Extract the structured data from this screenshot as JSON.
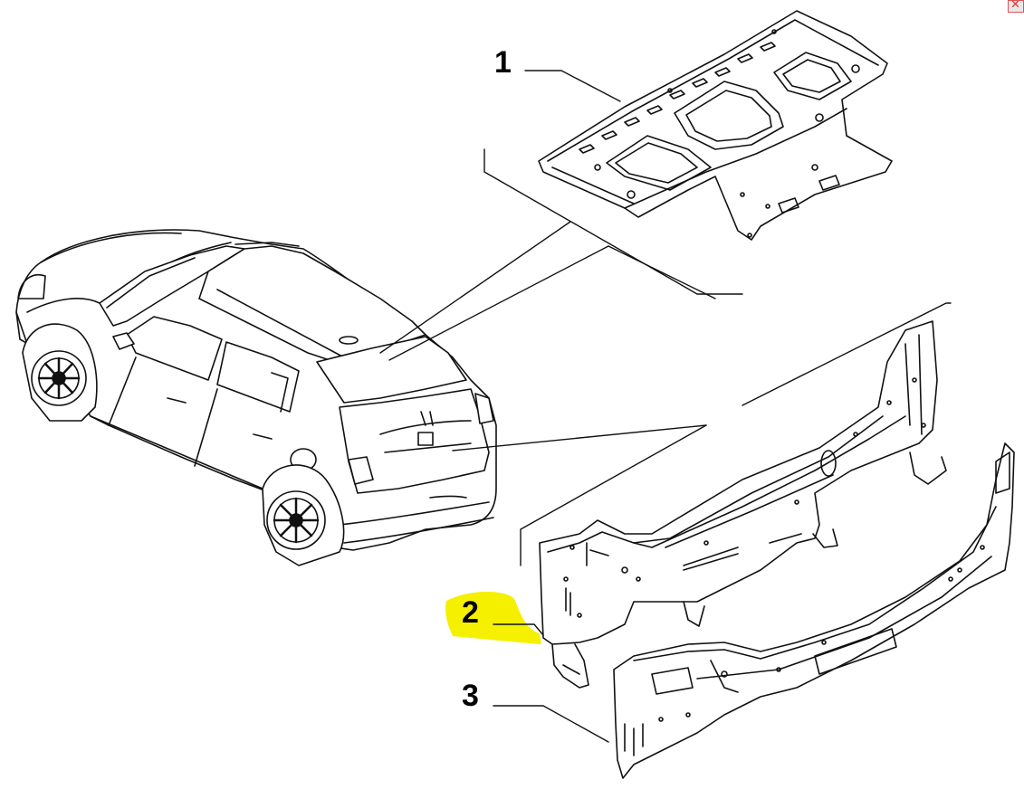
{
  "diagram": {
    "callouts": [
      {
        "id": "1",
        "label": "1",
        "part": "rear-floor-panel"
      },
      {
        "id": "2",
        "label": "2",
        "part": "rear-upper-crossmember",
        "highlighted": true
      },
      {
        "id": "3",
        "label": "3",
        "part": "rear-lower-crossmember"
      }
    ],
    "highlight_color": "#f5f000",
    "line_color": "#000000"
  },
  "window": {
    "close_icon": "close-icon"
  }
}
